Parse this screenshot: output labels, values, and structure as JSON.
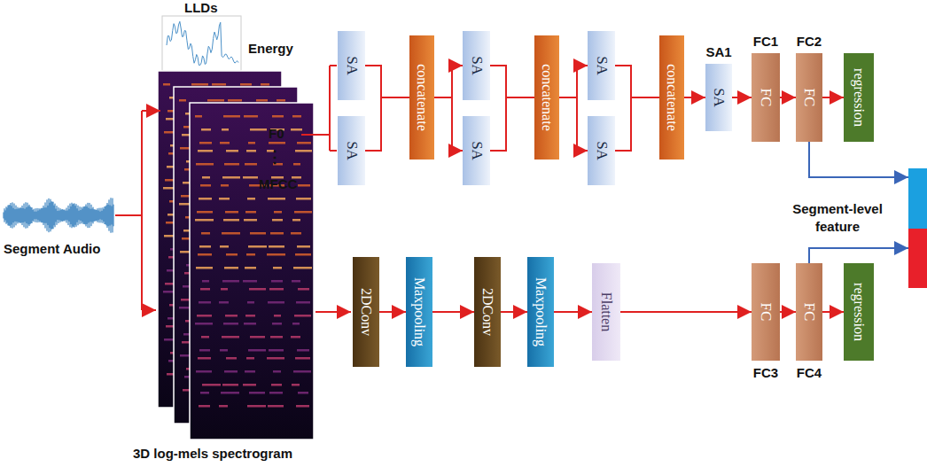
{
  "diagram": {
    "nodes": [
      {
        "text": [
          "SA"
        ]
      },
      {
        "text": [
          "SA"
        ]
      },
      {
        "text": [
          "concatenate"
        ]
      },
      {
        "text": [
          "SA"
        ]
      },
      {
        "text": [
          "SA"
        ]
      },
      {
        "text": [
          "concatenate"
        ]
      },
      {
        "text": [
          "SA"
        ]
      },
      {
        "text": [
          "SA"
        ]
      },
      {
        "text": [
          "concatenate"
        ]
      },
      {
        "text": [
          "SA1",
          "SA"
        ]
      },
      {
        "text": [
          "FC1",
          "FC"
        ]
      },
      {
        "text": [
          "FC2",
          "FC"
        ]
      },
      {
        "text": [
          "regression"
        ]
      },
      {
        "text": [
          "Segment-level feature"
        ]
      },
      {
        "text": [
          "2DConv"
        ]
      },
      {
        "text": [
          "Maxpooling"
        ]
      },
      {
        "text": [
          "2DConv"
        ]
      },
      {
        "text": [
          "Maxpooling"
        ]
      },
      {
        "text": [
          "Flatten"
        ]
      },
      {
        "text": [
          "FC",
          "FC3"
        ]
      },
      {
        "text": [
          "FC",
          "FC4"
        ]
      },
      {
        "text": [
          "regression"
        ]
      }
    ],
    "edges": [
      {
        "from": 0,
        "to": 2,
        "arrow": "none"
      },
      {
        "from": 1,
        "to": 2,
        "arrow": "none"
      },
      {
        "from": 2,
        "to": 3,
        "arrow": "to"
      },
      {
        "from": 2,
        "to": 4,
        "arrow": "to"
      },
      {
        "from": 3,
        "to": 5,
        "arrow": "none"
      },
      {
        "from": 4,
        "to": 5,
        "arrow": "none"
      },
      {
        "from": 5,
        "to": 6,
        "arrow": "to"
      },
      {
        "from": 5,
        "to": 7,
        "arrow": "to"
      },
      {
        "from": 6,
        "to": 8,
        "arrow": "none"
      },
      {
        "from": 7,
        "to": 8,
        "arrow": "none"
      },
      {
        "from": 8,
        "to": 9,
        "arrow": "to"
      },
      {
        "from": 9,
        "to": 10,
        "arrow": "to"
      },
      {
        "from": 10,
        "to": 11,
        "arrow": "to"
      },
      {
        "from": 11,
        "to": 12,
        "arrow": "to"
      },
      {
        "from": 11,
        "to": 13,
        "arrow": "to"
      },
      {
        "from": 14,
        "to": 15,
        "arrow": "to"
      },
      {
        "from": 15,
        "to": 16,
        "arrow": "to"
      },
      {
        "from": 16,
        "to": 17,
        "arrow": "to"
      },
      {
        "from": 17,
        "to": 18,
        "arrow": "to"
      },
      {
        "from": 18,
        "to": 19,
        "arrow": "to"
      },
      {
        "from": 19,
        "to": 20,
        "arrow": "to"
      },
      {
        "from": 20,
        "to": 21,
        "arrow": "to"
      },
      {
        "from": 20,
        "to": 13,
        "arrow": "to"
      }
    ],
    "labels": [
      "LLDs",
      "Energy",
      "F0",
      "⋮",
      "MFCC",
      "Segment Audio",
      "3D log-mels spectrogram"
    ]
  }
}
